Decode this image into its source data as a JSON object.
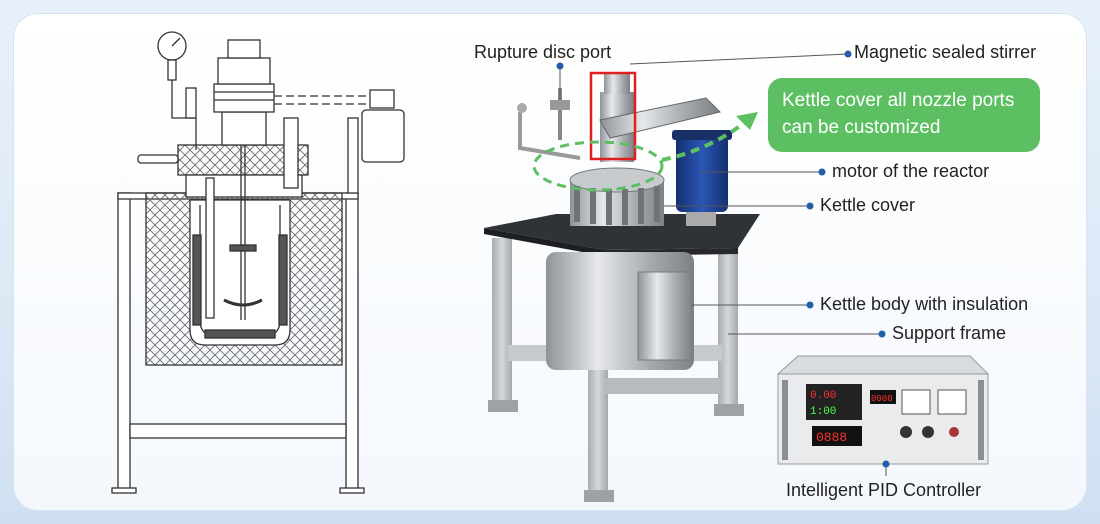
{
  "labels": {
    "rupture_disc_port": "Rupture disc port",
    "magnetic_sealed_stirrer": "Magnetic sealed stirrer",
    "motor_of_reactor": "motor of the reactor",
    "kettle_cover": "Kettle cover",
    "kettle_body": "Kettle body with insulation",
    "support_frame": "Support frame",
    "pid_controller": "Intelligent PID Controller"
  },
  "callout": {
    "line1": "Kettle cover all nozzle ports",
    "line2": "can be customized"
  },
  "controller": {
    "display_top_1": "0.00",
    "display_top_2": "1:00",
    "display_mid": "0000",
    "display_bottom": "0888"
  },
  "colors": {
    "callout_green": "#5cc063",
    "highlight_red": "#e02020",
    "dashed_green": "#5cc063",
    "leader_line": "#555555",
    "dot_blue": "#1f5fa8",
    "motor_blue": "#1d3f8f",
    "frame_gray": "#bfc3c6"
  }
}
